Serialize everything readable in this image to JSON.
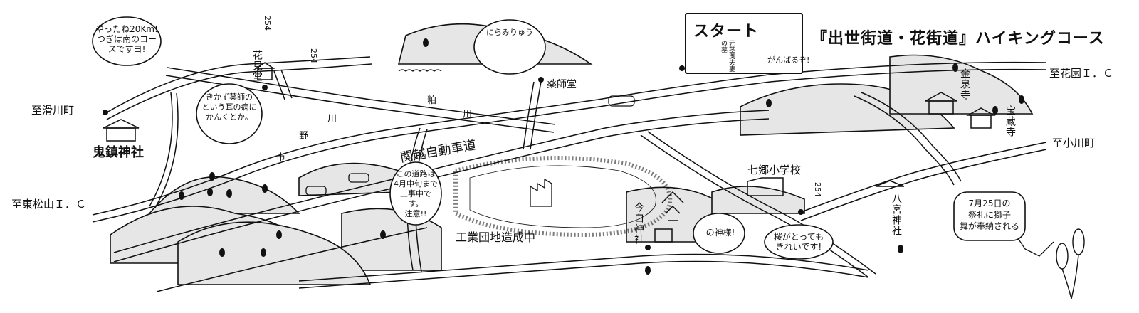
{
  "title": "『出世街道・花街道』ハイキングコース",
  "start": {
    "label": "スタート",
    "note": "元茎渕夫妻の墓",
    "cheer": "がんばるぞ!"
  },
  "destinations": {
    "namegawa": "至滑川町",
    "higashimatsuyama": "至東松山Ｉ．Ｃ",
    "hanazono": "至花園Ｉ．Ｃ",
    "ogawa": "至小川町"
  },
  "roads": {
    "expressway": "関越自動車道",
    "route_marks": [
      "市",
      "野",
      "川",
      "粕",
      "川"
    ],
    "road_signs": [
      "254",
      "254",
      "254"
    ]
  },
  "places": {
    "onizuka": "鬼鎮神社",
    "hanamido": "花見堂",
    "yakushido": "薬師堂",
    "kinjoji": "金泉寺",
    "hozoji": "宝蔵寺",
    "imashiro": "今白神社",
    "shichigo": "七郷小学校",
    "hachiman": "八宮神社",
    "industrial": "工業団地造成中"
  },
  "bubbles": {
    "hiker_20km": "やったね20Km!\nつぎは南のコースですヨ!",
    "yakushi": "きかず薬師の\nという耳の病に\nかんくとか。",
    "niramiryu": "にらみりゅう",
    "construction": "この道路は\n4月中旬まで\n工事中です。\n注意!!",
    "kamisama": "の神様!",
    "sakura": "桜がとっても\nきれいです!",
    "festival": "7月25日の\n祭礼に獅子\n舞が奉納される"
  },
  "colors": {
    "ink": "#111111",
    "paper": "#ffffff",
    "road": "#ffffff",
    "hill": "#e8e8e8"
  }
}
